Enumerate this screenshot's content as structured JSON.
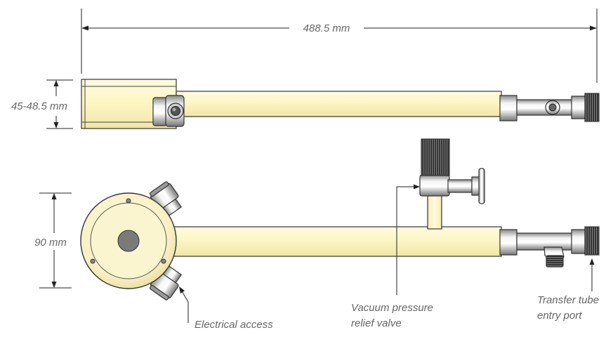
{
  "dimensions": {
    "total_length": "488.5 mm",
    "height_top": "45-48.5 mm",
    "height_bottom": "90 mm"
  },
  "callouts": {
    "electrical_access": "Electrical access",
    "vacuum_line1": "Vacuum pressure",
    "vacuum_line2": "relief valve",
    "transfer_line1": "Transfer tube",
    "transfer_line2": "entry port"
  },
  "colors": {
    "body_fill": "#fbf7cf",
    "metal_light": "#eeeeee",
    "metal_dark": "#7a7a7a",
    "outline": "#333333",
    "label": "#666666"
  }
}
